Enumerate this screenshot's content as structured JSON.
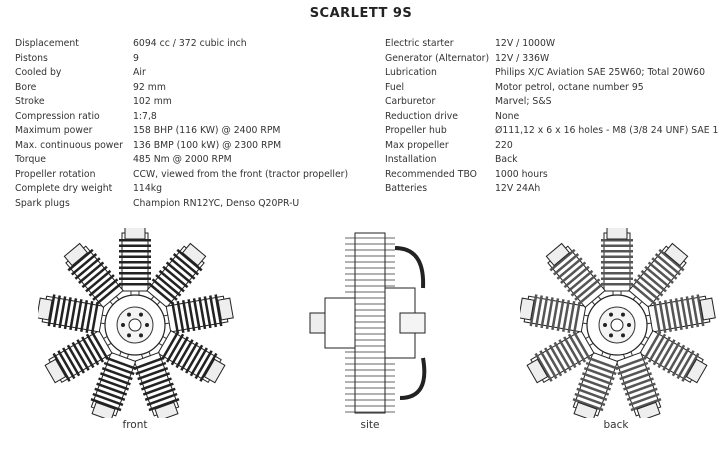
{
  "title": "SCARLETT 9S",
  "specs_left": [
    {
      "label": "Displacement",
      "value": "6094 cc / 372 cubic inch"
    },
    {
      "label": "Pistons",
      "value": "9"
    },
    {
      "label": "Cooled by",
      "value": "Air"
    },
    {
      "label": "Bore",
      "value": "92 mm"
    },
    {
      "label": "Stroke",
      "value": "102 mm"
    },
    {
      "label": "Compression ratio",
      "value": "1:7,8"
    },
    {
      "label": "Maximum power",
      "value": "158 BHP (116 KW) @ 2400 RPM"
    },
    {
      "label": "Max. continuous power",
      "value": "136 BMP (100 kW) @ 2300 RPM"
    },
    {
      "label": "Torque",
      "value": "485 Nm @ 2000 RPM"
    },
    {
      "label": "Propeller rotation",
      "value": "CCW, viewed from the front (tractor propeller)"
    },
    {
      "label": "Complete dry weight",
      "value": "114kg"
    },
    {
      "label": "Spark plugs",
      "value": "Champion RN12YC, Denso Q20PR-U"
    }
  ],
  "specs_right": [
    {
      "label": "Electric starter",
      "value": "12V / 1000W"
    },
    {
      "label": "Generator (Alternator)",
      "value": "12V / 336W"
    },
    {
      "label": "Lubrication",
      "value": "Philips X/C Aviation SAE 25W60; Total 20W60"
    },
    {
      "label": "Fuel",
      "value": "Motor petrol, octane number 95"
    },
    {
      "label": "Carburetor",
      "value": "Marvel; S&S"
    },
    {
      "label": "Reduction drive",
      "value": "None"
    },
    {
      "label": "Propeller hub",
      "value": "Ø111,12 x 6 x 16 holes - M8 (3/8 24 UNF) SAE 1"
    },
    {
      "label": "Max propeller",
      "value": "220"
    },
    {
      "label": "Installation",
      "value": "Back"
    },
    {
      "label": "Recommended TBO",
      "value": "1000 hours"
    },
    {
      "label": "Batteries",
      "value": "12V 24Ah"
    }
  ],
  "figures": {
    "front": "front",
    "side": "site",
    "back": "back"
  }
}
